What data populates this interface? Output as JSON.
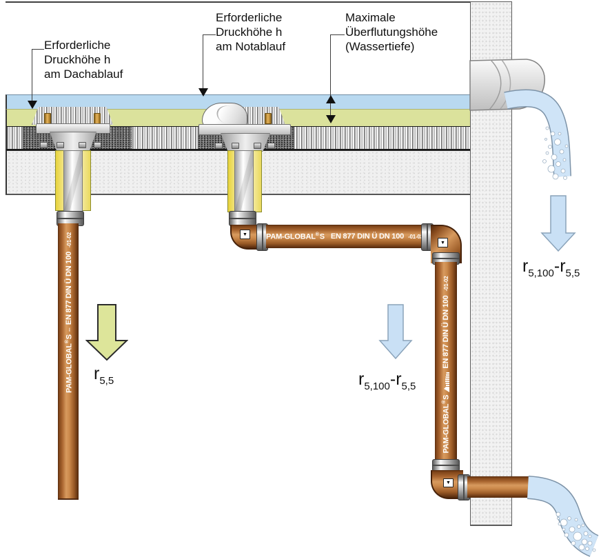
{
  "annotations": {
    "dachablauf": {
      "line1": "Erforderliche",
      "line2": "Druckhöhe h",
      "line3": "am Dachablauf"
    },
    "notablauf": {
      "line1": "Erforderliche",
      "line2": "Druckhöhe h",
      "line3": "am Notablauf"
    },
    "ueberflutung": {
      "line1": "Maximale",
      "line2": "Überflutungshöhe",
      "line3": "(Wassertiefe)"
    }
  },
  "formulas": {
    "dach": {
      "r": "r",
      "sub": "5,5"
    },
    "not": {
      "r1": "r",
      "sub1": "5,100",
      "r2": "-r",
      "sub2": "5,5"
    },
    "scupper": {
      "r1": "r",
      "sub1": "5,100",
      "r2": "-r",
      "sub2": "5,5"
    }
  },
  "pipe": {
    "brand": "PAM-GLOBAL",
    "reg": "®",
    "series": "S",
    "spec": "EN 877 DIN Ü DN 100",
    "suffix": "-01-02"
  },
  "plate": {
    "glyph": "▼"
  },
  "colors": {
    "cast_iron_pipe": "#aa6630",
    "cast_iron_highlight": "#d79a5e",
    "ponded_water": "#b9d9f0",
    "water_stream": "#cfe4f7",
    "membrane_green": "#dbe29c",
    "sleeve_yellow": "#f3e878",
    "arrow_green": "#dde59a",
    "arrow_blue": "#c9e0f5",
    "wall_concrete": "#f2f2f2"
  }
}
